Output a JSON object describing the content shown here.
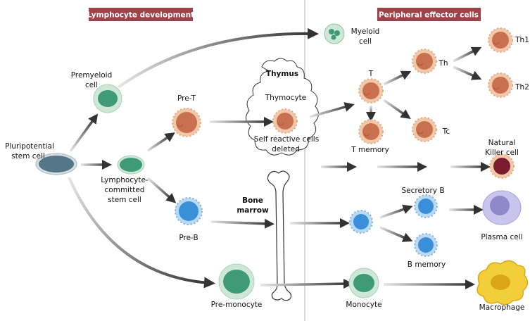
{
  "colors": {
    "banner": "#9e4249",
    "divider": "#cccccc",
    "t_cell": "#c8704f",
    "t_cell_rim": "#f1c9aa",
    "b_cell": "#3b8fd8",
    "b_cell_rim": "#bcd9f2",
    "green_cell": "#3f9a78",
    "green_rim": "#cfe7d6",
    "stem": "#557686",
    "nk": "#7a1e2e",
    "plasma": "#c8c4ec",
    "macrophage": "#f2cf3a"
  },
  "banners": {
    "left": "Lymphocyte development",
    "right": "Peripheral effector cells"
  },
  "labels": {
    "pluripotential": [
      "Pluripotential",
      "stem cell"
    ],
    "premyeloid": [
      "Premyeloid",
      "cell"
    ],
    "lymphocyte_committed": [
      "Lymphocyte-",
      "committed",
      "stem cell"
    ],
    "pre_t": "Pre-T",
    "pre_b": "Pre-B",
    "pre_monocyte": "Pre-monocyte",
    "thymus": "Thymus",
    "thymocyte": "Thymocyte",
    "self_reactive": [
      "Self reactive cells",
      "deleted"
    ],
    "bone_marrow": [
      "Bone",
      "marrow"
    ],
    "myeloid": [
      "Myeloid",
      "cell"
    ],
    "t": "T",
    "t_memory": "T memory",
    "th": "Th",
    "tc": "Tc",
    "th1": "Th1",
    "th2": "Th2",
    "nk": [
      "Natural",
      "Killer cell"
    ],
    "secretory_b": "Secretory B",
    "b_memory": "B memory",
    "plasma": "Plasma cell",
    "monocyte": "Monocyte",
    "macrophage": "Macrophage"
  }
}
